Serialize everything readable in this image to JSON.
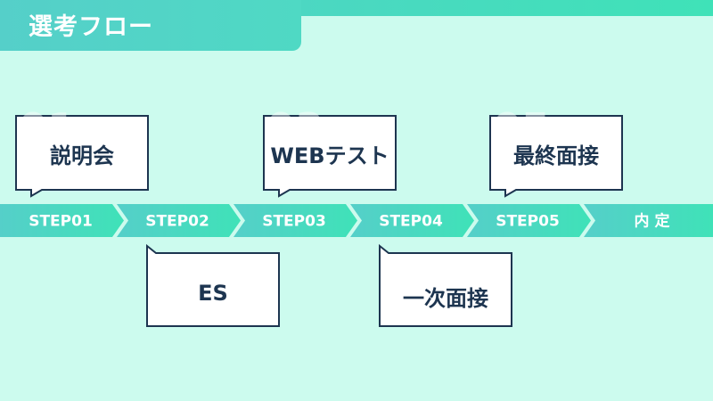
{
  "title": "選考フロー",
  "steps": [
    "STEP01",
    "STEP02",
    "STEP03",
    "STEP04",
    "STEP05",
    "内 定"
  ],
  "cards": [
    {
      "num": "01",
      "label": "説明会"
    },
    {
      "num": "02",
      "label": "ES"
    },
    {
      "num": "03",
      "label": "WEBテスト"
    },
    {
      "num": "04",
      "label": "一次面接"
    },
    {
      "num": "05",
      "label": "最終面接"
    }
  ],
  "colors": {
    "background": "#ccfbee",
    "accent_start": "#55cfc9",
    "accent_end": "#3fe2b8",
    "card_border": "#1d3550",
    "card_text": "#1d3550"
  }
}
